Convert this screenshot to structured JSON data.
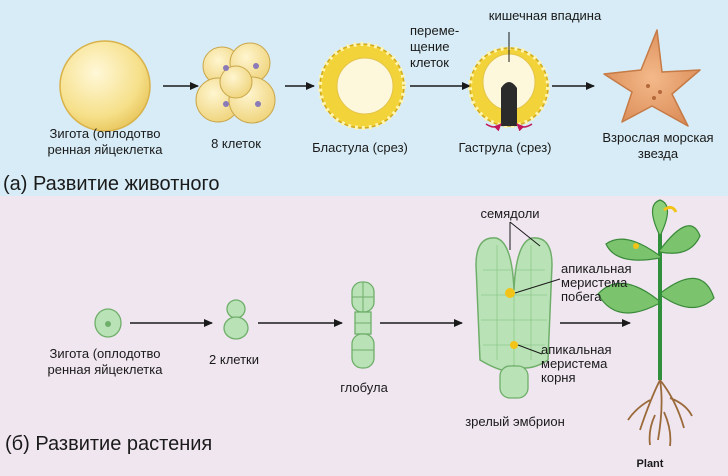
{
  "animal": {
    "title": "(а) Развитие животного",
    "zygote": "Зигота (оплодотво\nренная яйцеклетка",
    "cells8": "8 клеток",
    "blastula": "Бластула (срез)",
    "movement": "переме-\nщение\nклеток",
    "gut": "кишечная впадина",
    "gastrula": "Гаструла (срез)",
    "adult": "Взрослая морская\nзвезда"
  },
  "plant": {
    "title": "(б) Развитие растения",
    "zygote": "Зигота (оплодотво\nренная яйцеклетка",
    "cells2": "2 клетки",
    "globule": "глобула",
    "cotyledons": "семядоли",
    "shoot_meristem": "апикальная\nмеристема\nпобега",
    "root_meristem": "апикальная\nмеристема\nкорня",
    "mature_embryo": "зрелый эмбрион",
    "plant": "Plant"
  },
  "colors": {
    "panel_a_bg": "#d7ecf6",
    "panel_b_bg": "#f0e6f0",
    "yolk": "#f2d33a",
    "plant_cell": "#b9e3b6",
    "starfish": "#e9a46e",
    "arrow": "#1a1a1a"
  }
}
